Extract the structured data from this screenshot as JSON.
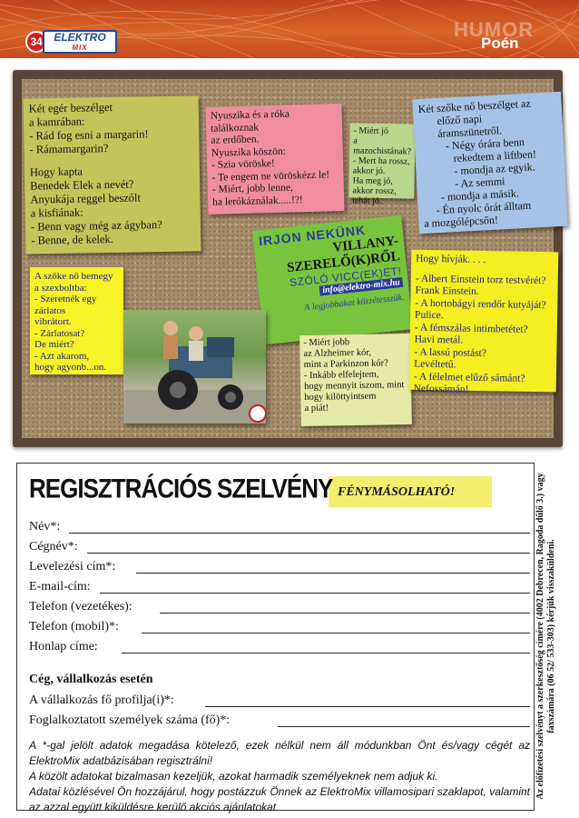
{
  "header": {
    "page_number": "34",
    "logo_text": "ELEKTRO",
    "logo_sub": "MIX",
    "section_ghost": "HUMOR",
    "section": "Poén"
  },
  "notes": {
    "n1": [
      "Két  egér beszélget",
      "a kamrában:",
      "- Rád fog esni a margarin!",
      "-   Rámamargarin?",
      "",
      "Hogy   kapta",
      "Benedek Elek a nevét?",
      "  Anyukája reggel beszólt",
      "   a   kisfiának:",
      "- Benn vagy még az ágyban?",
      "- Benne, de   kelek."
    ],
    "n2": [
      "Nyuszika és a róka találkoznak",
      "az erdőben.",
      " Nyuszika köszön:",
      "-  Szia  vöröske!",
      "- Te engem ne vöröskézz le!",
      "- Miért, jobb lenne,",
      "   ha   lerókáználak.....!?!"
    ],
    "n3": [
      "- Miért jó",
      "  a mazochistának?",
      "- Mert ha rossz,",
      "   akkor jó.",
      "Ha meg jó,",
      "akkor rossz,",
      "tehát jó."
    ],
    "n4": [
      "Két szőke nő beszélget az",
      "előző napi",
      "áramszünetről.",
      "- Négy órára benn",
      "rekedtem a liftben!",
      "- mondja az egyik.",
      "- Az semmi",
      "- mondja a másik.",
      "- Én nyolc órát álltam",
      "a mozgólépcsőn!"
    ],
    "n5": {
      "line1": "IRJON NEKÜNK",
      "line2": "VILLANY-",
      "line3": "SZERELŐ(K)RŐL",
      "line4": "SZÓLÓ VICC(EK)ET!",
      "email": "info@elektro-mix.hu",
      "line5": "A legjobbakat közzétesszük."
    },
    "n6": [
      "A szőke nő bemegy",
      "a szexboltba:",
      "- Szeretnék egy",
      "  zárlatos",
      "  vibrátort.",
      "- Zárlatosat?",
      "  De miért?",
      "- Azt akarom,",
      "  hogy agyonb...on."
    ],
    "n7": [
      "- Miért jobb",
      "  az Alzheimer kór,",
      "  mint a Parkinzon kór?",
      "- Inkább elfelejtem,",
      "  hogy mennyit iszom, mint",
      "  hogy kilöttyintsem",
      "  a piát!"
    ],
    "n8": [
      "Hogy hívják. . . .",
      "",
      "- Albert Einstein torz testvérét?",
      "Frank Einstein.",
      "- A hortobágyi rendőr kutyáját?",
      "Pulice.",
      "- A fémszálas intimbetétet?",
      "Havi metál.",
      "- A lassú postást?",
      "Levéltetű.",
      "- A félelmet elűző sámánt?",
      "Nefossámán!"
    ]
  },
  "form": {
    "title": "REGISZTRÁCIÓS SZELVÉNY",
    "badge": "FÉNYMÁSOLHATÓ!",
    "fields": {
      "nev": "Név*:",
      "cegnev": "Cégnév*:",
      "cim": "Levelezési  cím*:",
      "email": "E-mail-cím:",
      "telefon_vez": "Telefon  (vezetékes):",
      "telefon_mob": "Telefon  (mobil)*:",
      "honlap": "Honlap  címe:"
    },
    "company_heading": "Cég,  vállalkozás esetén",
    "company_fields": {
      "profil": "A vállalkozás fő profilja(i)*:",
      "letszam": "Foglalkoztatott személyek száma (fő)*:"
    },
    "notes": [
      "A *-gal jelölt adatok megadása kötelező, ezek nélkül nem áll módunkban Önt és/vagy cégét az ElektroMix adatbázisában regisztrálni!",
      "A közölt adatokat bizalmasan kezeljük, azokat harmadik személyeknek nem adjuk ki.",
      "Adatai közlésével Ön hozzájárul, hogy postázzuk Önnek az ElektroMix villamosipari szaklapot, valamint az azzal együtt kiküldésre kerülő akciós ajánlatokat."
    ],
    "side_text": "Az előfizetési szelvényt a szerkesztőség címére (4002 Debrecen, Ragoda dűlő 3.) vagy faxszámára (06 52/ 533-303) kérjük visszaküldeni."
  }
}
